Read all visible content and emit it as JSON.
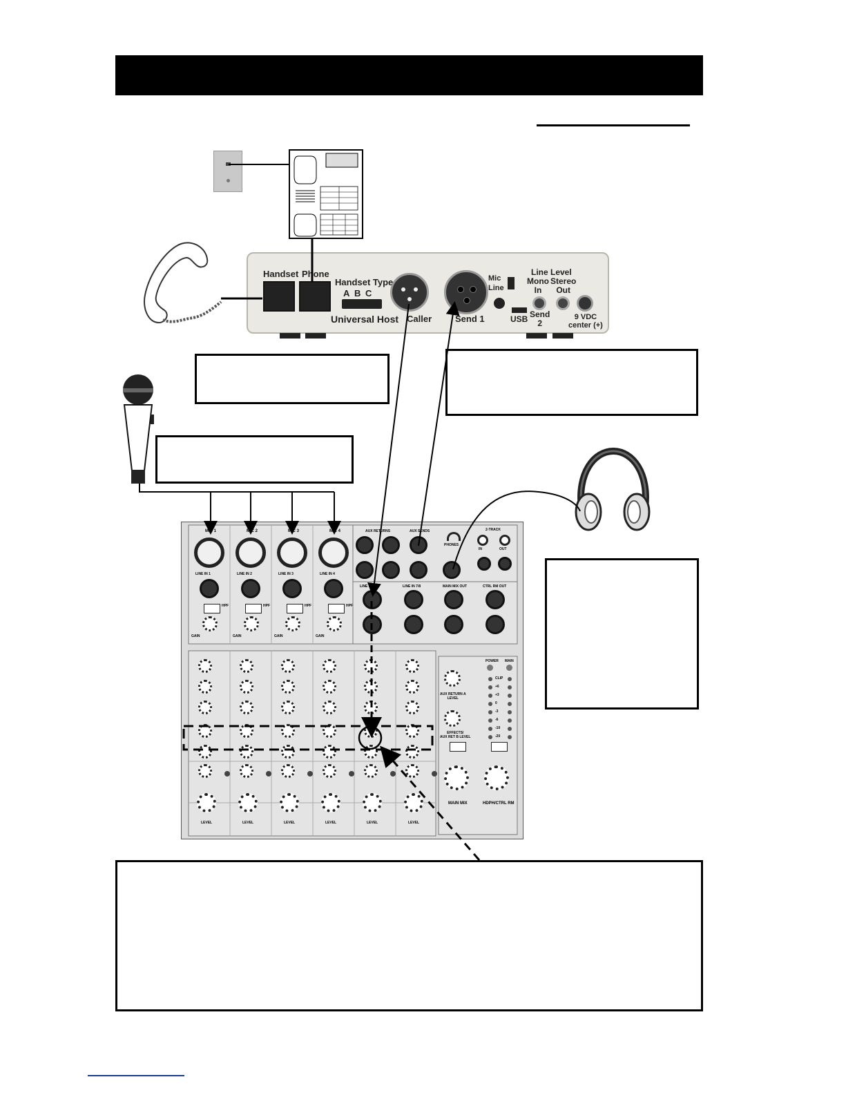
{
  "colors": {
    "header_bar": "#000000",
    "device_body": "#ebe9e3",
    "mixer_panel": "#dcdcdc",
    "link_underline": "#1a3a9a"
  },
  "universal_host": {
    "handset_label": "Handset",
    "phone_label": "Phone",
    "handset_type_label": "Handset Type",
    "switch_positions": [
      "A",
      "B",
      "C"
    ],
    "model_label": "Universal Host",
    "caller_label": "Caller",
    "send1_label": "Send 1",
    "mic_label": "Mic",
    "line_label": "Line",
    "line_level_label": "Line Level",
    "mono_in_label": "Mono\nIn",
    "stereo_out_label": "Stereo\nOut",
    "usb_label": "USB",
    "send2_label": "Send\n2",
    "power_label": "9 VDC\ncenter (+)"
  },
  "mixer": {
    "mic_labels": [
      "MIC 1",
      "MIC 2",
      "MIC 3",
      "MIC 4"
    ],
    "line_in_labels": [
      "LINE IN 1",
      "LINE IN 2",
      "LINE IN 3",
      "LINE IN 4"
    ],
    "hpf_label": "HPF",
    "gain_label": "GAIN",
    "aux_returns_label": "AUX RETURNS",
    "aux_sends_label": "AUX SENDS",
    "phones_label": "PHONES",
    "two_track_label": "2-TRACK",
    "in_label": "IN",
    "out_label": "OUT",
    "line_in_56_label": "LINE IN 5/6",
    "line_in_78_label": "LINE IN 7/8",
    "main_mix_out_label": "MAIN MIX OUT",
    "ctrl_rm_out_label": "CTRL RM OUT",
    "level_label": "LEVEL",
    "power_label": "POWER",
    "main_label": "MAIN",
    "meter_labels": [
      "CLIP",
      "+6",
      "+3",
      "0",
      "-3",
      "-6",
      "-10",
      "-20"
    ],
    "aux_return_a_label": "AUX RETURN A\nLEVEL",
    "effects_label": "EFFECTS/\nAUX RET B LEVEL",
    "main_mix_label": "MAIN MIX",
    "hdph_label": "HDPH/CTRL RM"
  }
}
